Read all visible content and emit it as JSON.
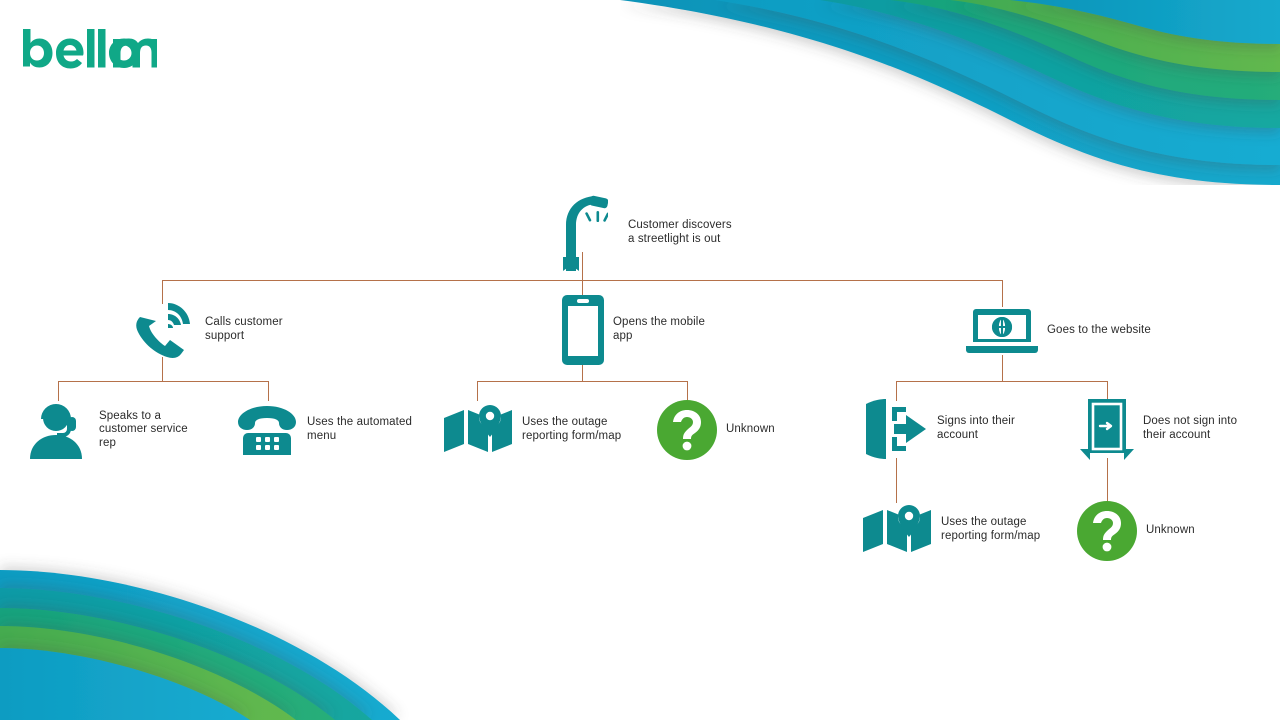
{
  "brand": {
    "name": "bellomy",
    "logo_color": "#10a887"
  },
  "theme": {
    "icon_teal": "#0d8a8f",
    "unknown_green": "#4aa832",
    "connector": "#b5714a",
    "text": "#2b2b2b",
    "wave_cyan": "#13a3c7",
    "wave_teal": "#12a08f",
    "wave_green_dark": "#2aa76b",
    "wave_green": "#55b04a",
    "background": "#ffffff"
  },
  "flowchart": {
    "type": "tree-diagram",
    "root": {
      "id": "streetlight-out",
      "icon": "streetlight-icon",
      "label": "Customer discovers\na streetlight is out"
    },
    "level2": [
      {
        "id": "calls-customer-support",
        "icon": "phone-ringing-icon",
        "label": "Calls customer\nsupport"
      },
      {
        "id": "opens-mobile-app",
        "icon": "smartphone-icon",
        "label": "Opens the mobile\napp"
      },
      {
        "id": "goes-to-website",
        "icon": "laptop-globe-icon",
        "label": "Goes to the website"
      }
    ],
    "level3": [
      {
        "id": "speaks-to-csr",
        "icon": "headset-person-icon",
        "label": "Speaks to a\ncustomer service\nrep",
        "parent": "calls-customer-support"
      },
      {
        "id": "uses-automated-menu",
        "icon": "desk-phone-icon",
        "label": "Uses the automated\nmenu",
        "parent": "calls-customer-support"
      },
      {
        "id": "app-outage-form",
        "icon": "map-pin-icon",
        "label": "Uses the outage\nreporting form/map",
        "parent": "opens-mobile-app"
      },
      {
        "id": "app-unknown",
        "icon": "question-mark-icon",
        "label": "Unknown",
        "parent": "opens-mobile-app"
      },
      {
        "id": "signs-into-account",
        "icon": "sign-in-icon",
        "label": "Signs into their\naccount",
        "parent": "goes-to-website"
      },
      {
        "id": "does-not-sign-in",
        "icon": "door-icon",
        "label": "Does not sign into\ntheir account",
        "parent": "goes-to-website"
      }
    ],
    "level4": [
      {
        "id": "web-outage-form",
        "icon": "map-pin-icon",
        "label": "Uses the outage\nreporting form/map",
        "parent": "signs-into-account"
      },
      {
        "id": "web-unknown",
        "icon": "question-mark-icon",
        "label": "Unknown",
        "parent": "does-not-sign-in"
      }
    ]
  }
}
